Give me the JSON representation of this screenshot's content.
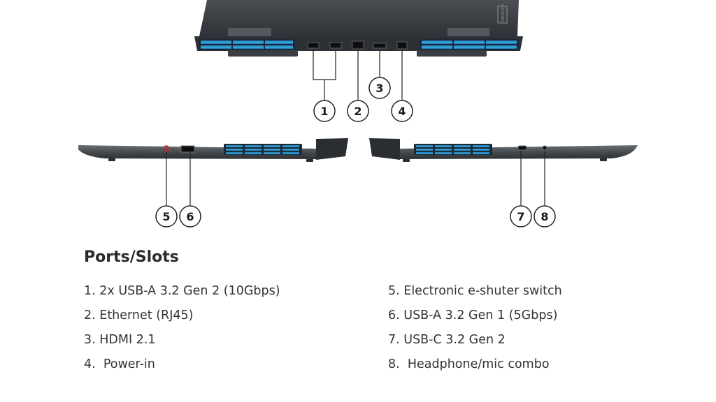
{
  "diagram": {
    "brand_logo": "Lenovo",
    "callouts": [
      "1",
      "2",
      "3",
      "4",
      "5",
      "6",
      "7",
      "8"
    ]
  },
  "ports_section": {
    "title": "Ports/Slots",
    "left_items": [
      "1. 2x USB-A 3.2 Gen 2 (10Gbps)",
      "2. Ethernet (RJ45)",
      "3. HDMI 2.1",
      "4.  Power-in"
    ],
    "right_items": [
      "5. Electronic e-shuter switch",
      "6. USB-A 3.2 Gen 1 (5Gbps)",
      "7. USB-C 3.2 Gen 2",
      "8.  Headphone/mic combo"
    ]
  },
  "colors": {
    "chassis": "#3d4146",
    "vent_blue": "#2f9bd6",
    "leader_line": "#222222",
    "power_button_red": "#c0292f"
  },
  "icons": {
    "laptop_rear": "laptop-rear-view-icon",
    "laptop_left": "laptop-left-side-icon",
    "laptop_right": "laptop-right-side-icon"
  }
}
